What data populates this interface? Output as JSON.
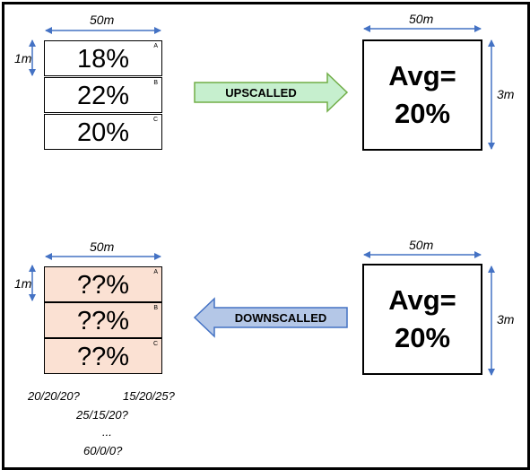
{
  "colors": {
    "dimension_arrows": "#4472c4",
    "upscale_arrow_fill": "#c6efce",
    "upscale_arrow_stroke": "#70ad47",
    "downscale_arrow_fill": "#b4c7e7",
    "downscale_arrow_stroke": "#4472c4",
    "unknown_cell_fill": "#fbe1d3"
  },
  "top": {
    "grid": {
      "width_label": "50m",
      "row_height_label": "1m",
      "cells": [
        {
          "value": "18%",
          "corner": "A"
        },
        {
          "value": "22%",
          "corner": "B"
        },
        {
          "value": "20%",
          "corner": "C"
        }
      ]
    },
    "arrow_label": "UPSCALLED",
    "block": {
      "width_label": "50m",
      "height_label": "3m",
      "line1": "Avg=",
      "line2": "20%"
    }
  },
  "bottom": {
    "grid": {
      "width_label": "50m",
      "row_height_label": "1m",
      "cells": [
        {
          "value": "??%",
          "corner": "A"
        },
        {
          "value": "??%",
          "corner": "B"
        },
        {
          "value": "??%",
          "corner": "C"
        }
      ]
    },
    "arrow_label": "DOWNSCALLED",
    "block": {
      "width_label": "50m",
      "height_label": "3m",
      "line1": "Avg=",
      "line2": "20%"
    },
    "guesses": [
      "20/20/20?",
      "15/20/25?",
      "25/15/20?",
      "...",
      "60/0/0?"
    ]
  }
}
